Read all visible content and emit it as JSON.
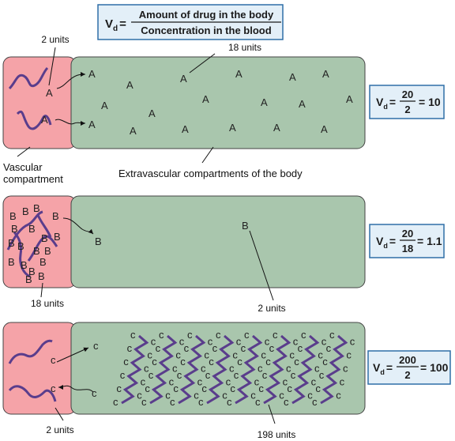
{
  "formula": {
    "lhs": "V",
    "lhs_sub": "d",
    "equals": "=",
    "numerator": "Amount of drug in the body",
    "denominator": "Concentration in the blood"
  },
  "labels": {
    "vascular_line1": "Vascular",
    "vascular_line2": "compartment",
    "extravascular": "Extravascular compartments of the body"
  },
  "panels": [
    {
      "drug_letter": "A",
      "vascular_units": "2 units",
      "extravascular_units": "18 units",
      "vd": {
        "lhs": "V",
        "sub": "d",
        "eq": "=",
        "num": "20",
        "den": "2",
        "result": "= 10"
      }
    },
    {
      "drug_letter": "B",
      "vascular_units": "18 units",
      "extravascular_units": "2 units",
      "vd": {
        "lhs": "V",
        "sub": "d",
        "eq": "=",
        "num": "20",
        "den": "18",
        "result": "= 1.1"
      }
    },
    {
      "drug_letter": "C",
      "drug_letter_display": "c",
      "vascular_units": "2 units",
      "extravascular_units": "198 units",
      "vd": {
        "lhs": "V",
        "sub": "d",
        "eq": "=",
        "num": "200",
        "den": "2",
        "result": "= 100"
      }
    }
  ],
  "colors": {
    "vascular_fill": "#f5a3a8",
    "extravascular_fill": "#a9c6ad",
    "chain": "#5a3d8c",
    "eq_box_fill": "#e3eff8",
    "eq_box_stroke": "#2f6fa7"
  }
}
